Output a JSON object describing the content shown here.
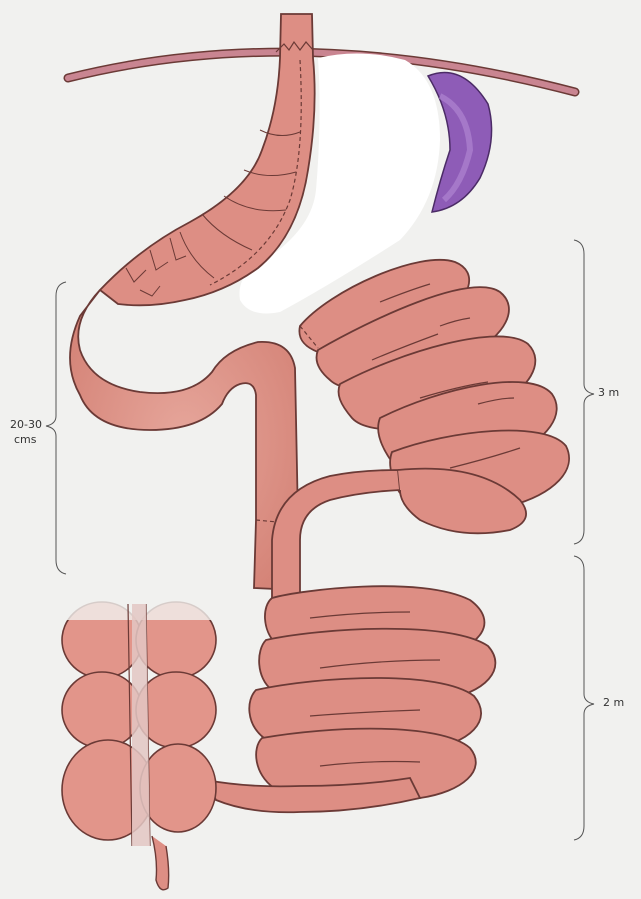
{
  "labels": {
    "top_segment": "3 m",
    "bottom_segment": "2 m",
    "limb_length_line1": "20-30",
    "limb_length_line2": "cms"
  },
  "colors": {
    "background": "#f1f1ef",
    "tissue_fill": "#dd8e84",
    "tissue_stroke": "#6b3a36",
    "tissue_light": "#e7a79d",
    "spleen": "#8e5cb7",
    "pouch_remnant": "#ffffff",
    "mesentery": "#e3c7c3",
    "diaphragm": "#c98591",
    "bracket": "#555555"
  }
}
